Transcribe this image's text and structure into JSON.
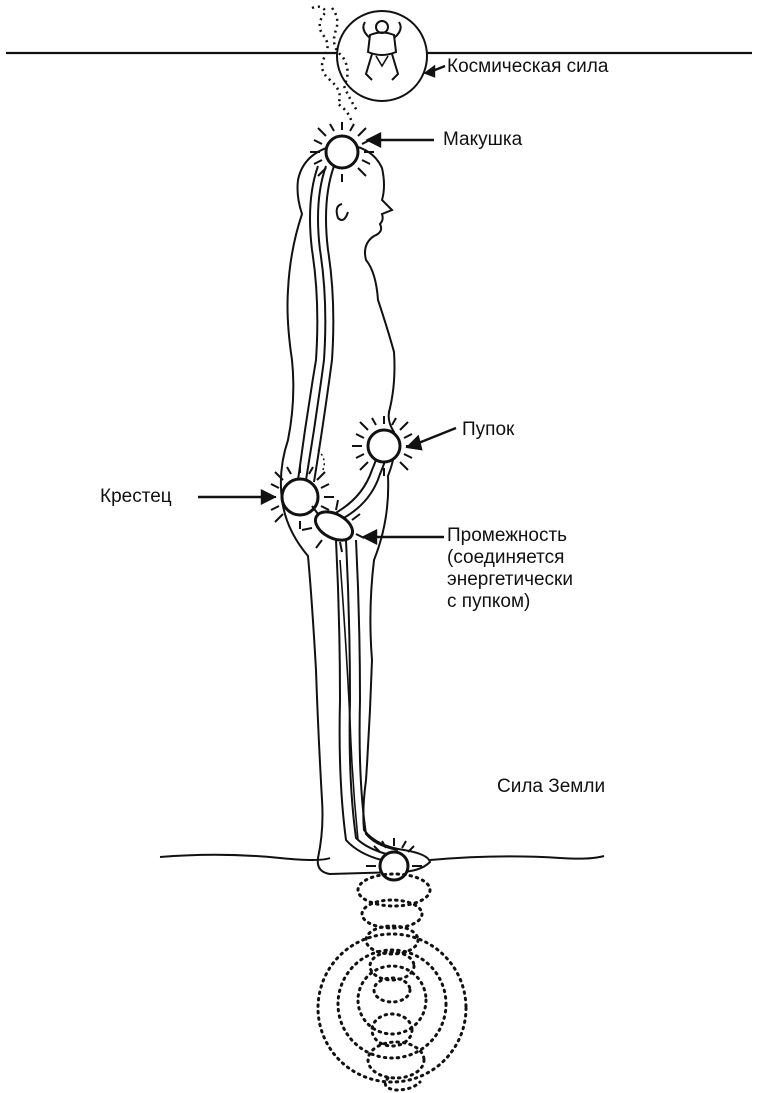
{
  "labels": {
    "cosmic_force": "Космическая сила",
    "crown": "Макушка",
    "navel": "Пупок",
    "sacrum": "Крестец",
    "perineum": [
      "Промежность",
      "(соединяется",
      "энергетически",
      "с пупком)"
    ],
    "earth_force": "Сила Земли"
  },
  "colors": {
    "ink": "#111111",
    "background": "#ffffff"
  }
}
